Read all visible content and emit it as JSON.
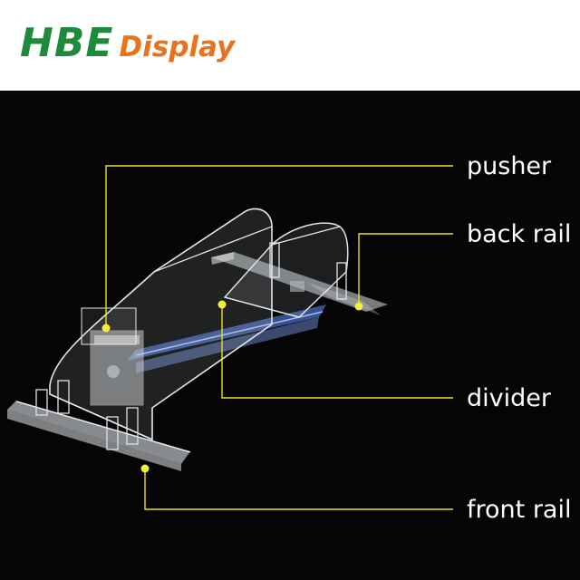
{
  "brand": {
    "main": "HBE",
    "sub": "Display",
    "main_color": "#1f8a3a",
    "sub_color": "#e8731c"
  },
  "colors": {
    "background": "#050505",
    "leader_line": "#e6e02a"
  },
  "callouts": [
    {
      "id": "pusher",
      "label": "pusher"
    },
    {
      "id": "back-rail",
      "label": "back rail"
    },
    {
      "id": "divider",
      "label": "divider"
    },
    {
      "id": "front-rail",
      "label": "front rail"
    }
  ]
}
